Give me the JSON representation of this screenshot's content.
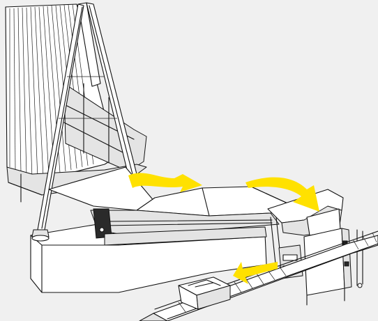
{
  "diagram": {
    "colors": {
      "background": "#f0f0f0",
      "arrow": "#ffe100",
      "line": "#111111",
      "surface": "#ffffff"
    },
    "components": [
      "inclined-slat-conveyor",
      "a-frame-support",
      "flat-belt-conveyor",
      "discharge-chute",
      "diverter-pusher",
      "control-cabinet",
      "roller-conveyor",
      "collection-tote"
    ],
    "flow_arrows": [
      {
        "name": "arrow-to-belt"
      },
      {
        "name": "arrow-to-chute"
      },
      {
        "name": "arrow-to-tote"
      }
    ]
  }
}
